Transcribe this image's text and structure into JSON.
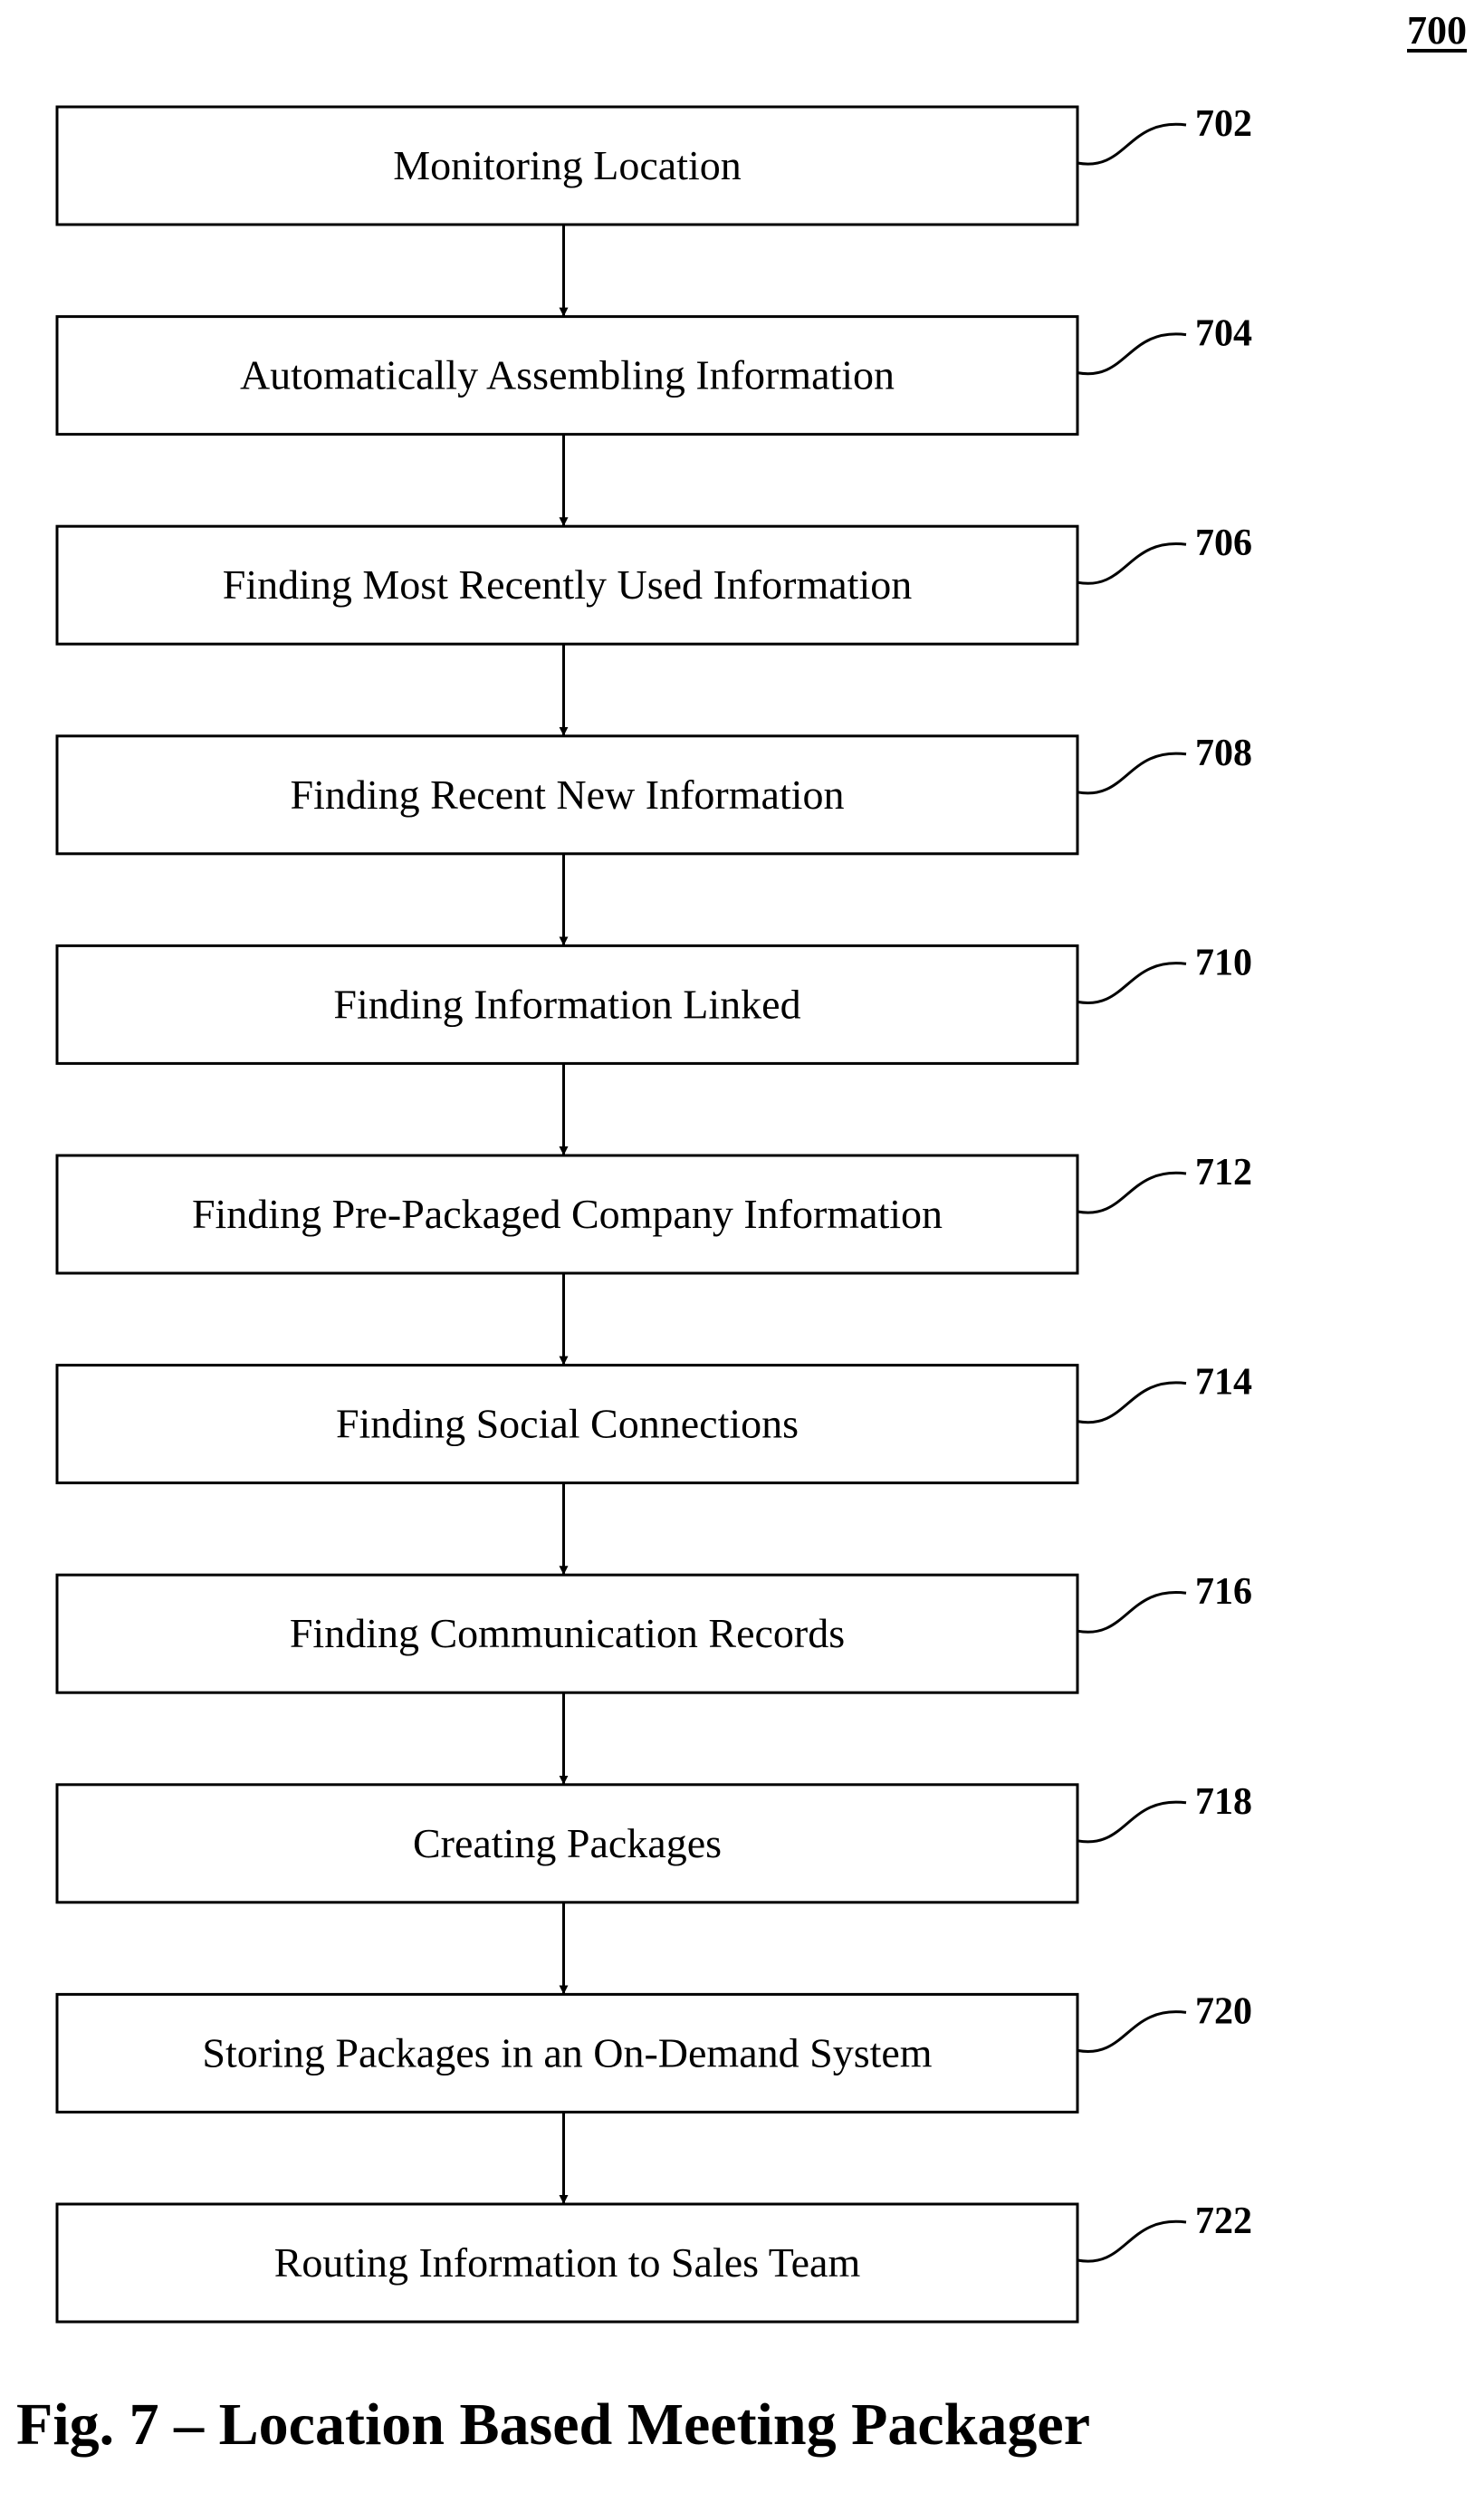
{
  "figure_number": "700",
  "caption": "Fig. 7 – Location Based Meeting Packager",
  "steps": [
    {
      "label": "Monitoring Location",
      "ref": "702"
    },
    {
      "label": "Automatically Assembling Information",
      "ref": "704"
    },
    {
      "label": "Finding Most Recently Used Information",
      "ref": "706"
    },
    {
      "label": "Finding Recent New Information",
      "ref": "708"
    },
    {
      "label": "Finding Information Linked",
      "ref": "710"
    },
    {
      "label": "Finding Pre-Packaged Company Information",
      "ref": "712"
    },
    {
      "label": "Finding Social Connections",
      "ref": "714"
    },
    {
      "label": "Finding Communication Records",
      "ref": "716"
    },
    {
      "label": "Creating Packages",
      "ref": "718"
    },
    {
      "label": "Storing Packages in an On-Demand System",
      "ref": "720"
    },
    {
      "label": "Routing Information to Sales Team",
      "ref": "722"
    }
  ]
}
